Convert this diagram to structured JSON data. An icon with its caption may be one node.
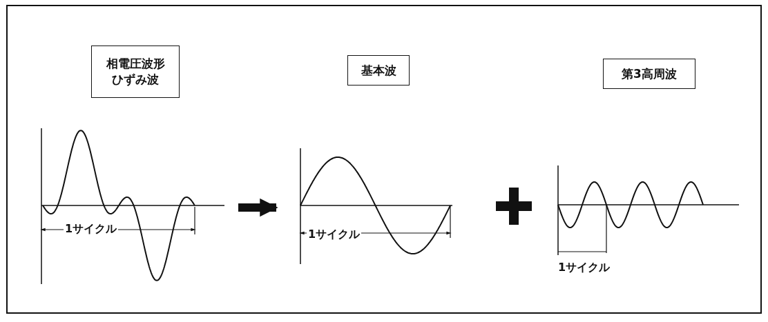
{
  "diagram": {
    "nodes": [
      {
        "text": [
          "相電圧波形",
          "ひずみ波"
        ]
      },
      {
        "text": [
          "基本波"
        ]
      },
      {
        "text": [
          "第3高周波"
        ]
      },
      {
        "text": [],
        "shape": "picture"
      },
      {
        "text": [],
        "shape": "picture"
      },
      {
        "text": [],
        "shape": "picture"
      }
    ],
    "edges": [
      {
        "from": 3,
        "to": 4,
        "arrow": "to"
      }
    ],
    "labels": [
      "1サイクル",
      "1サイクル",
      "1サイクル"
    ]
  }
}
